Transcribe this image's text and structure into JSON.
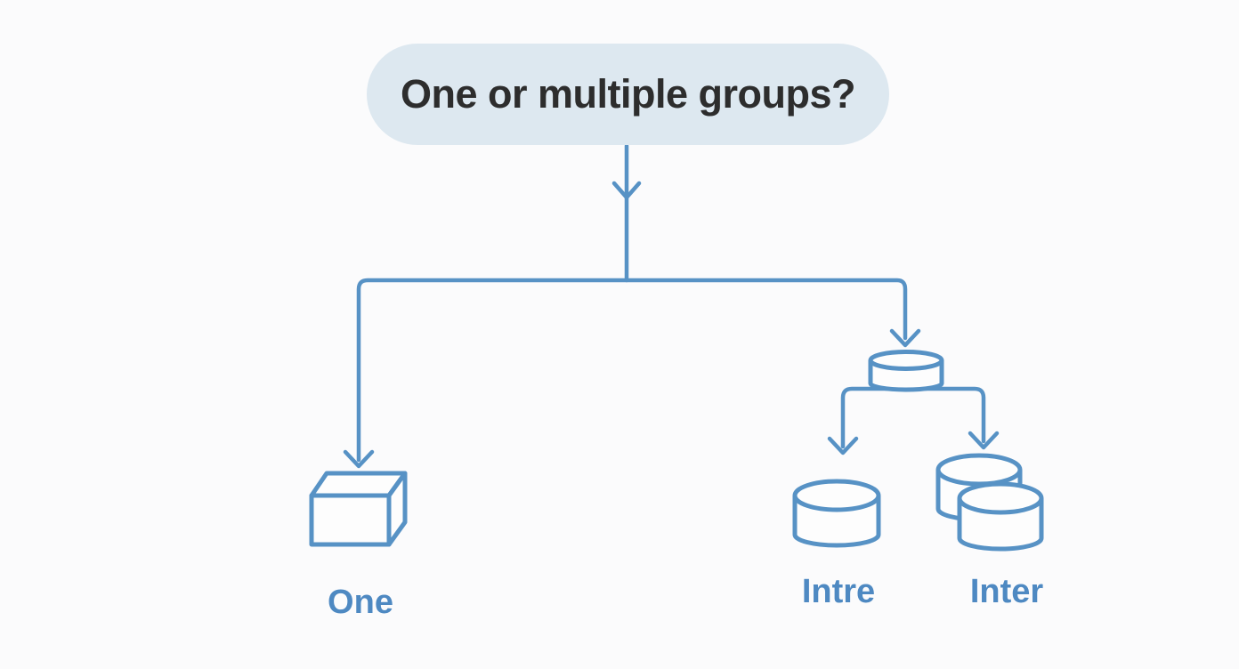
{
  "diagram": {
    "question": "One or multiple groups?",
    "branches": {
      "one": {
        "label": "One",
        "icon": "single-box-icon"
      },
      "intra": {
        "label": "Intre",
        "icon": "single-cylinder-icon"
      },
      "inter": {
        "label": "Inter",
        "icon": "double-cylinder-icon"
      }
    }
  },
  "colors": {
    "line": "#5792c5",
    "label-text": "#4e89c2",
    "pill-bg": "#dde8f0",
    "pill-text": "#2d2d2d",
    "page-bg": "#fbfbfc",
    "shape-fill": "#fdfdfd"
  }
}
